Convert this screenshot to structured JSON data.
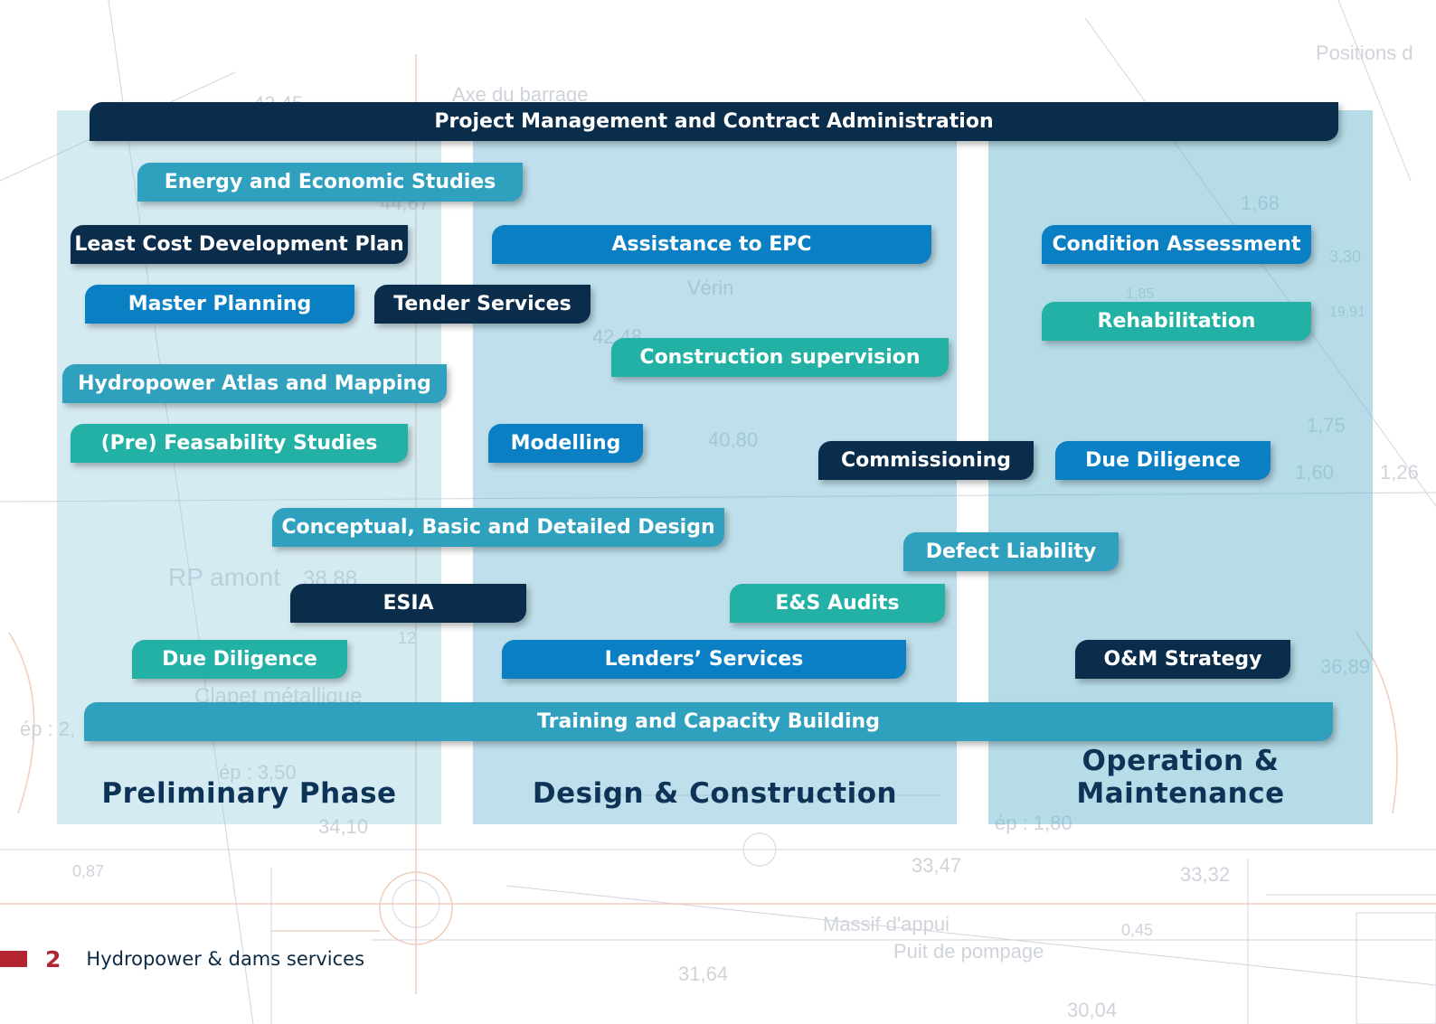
{
  "phases": [
    {
      "id": "pre",
      "title": "Preliminary Phase"
    },
    {
      "id": "dc",
      "title": "Design & Construction"
    },
    {
      "id": "om",
      "title": "Operation & Maintenance"
    }
  ],
  "colors": {
    "navy": "#0b2d4c",
    "blue": "#0a7fc4",
    "sky": "#30a0bf",
    "teal": "#23b0a5",
    "title_text": "#0d3457",
    "footer_accent": "#b32530"
  },
  "services": {
    "project_management": "Project Management and Contract Administration",
    "energy_economic": "Energy and Economic Studies",
    "least_cost": "Least Cost Development Plan",
    "assistance_epc": "Assistance to EPC",
    "condition_assessment": "Condition Assessment",
    "master_planning": "Master Planning",
    "tender_services": "Tender Services",
    "rehabilitation": "Rehabilitation",
    "construction_supervision": "Construction supervision",
    "hydropower_atlas": "Hydropower Atlas and Mapping",
    "pre_feasibility": "(Pre) Feasability Studies",
    "modelling": "Modelling",
    "commissioning": "Commissioning",
    "due_diligence_om": "Due Diligence",
    "conceptual_design": "Conceptual, Basic and Detailed Design",
    "defect_liability": "Defect Liability",
    "esia": "ESIA",
    "es_audits": "E&S Audits",
    "due_diligence_pre": "Due Diligence",
    "lenders_services": "Lenders’ Services",
    "om_strategy": "O&M Strategy",
    "training": "Training and Capacity Building"
  },
  "background_labels": {
    "axe": "Axe du barrage",
    "positions": "Positions d",
    "verin": "Vérin",
    "rp_amont": "RP amont",
    "rp_value": "38,88",
    "clapet": "Clapet métallique",
    "ep1": "ép : 2,",
    "ep2": "ép : 3,50",
    "ep3": "ép : 1,80",
    "massif": "Massif d'appui",
    "puit": "Puit de pompage",
    "d1": "42,45",
    "d2": "44,67",
    "d3": "42,48",
    "d4": "40,80",
    "d5": "34,10",
    "d6": "33,47",
    "d7": "33,32",
    "d8": "31,64",
    "d9": "36,89",
    "d10": "1,68",
    "d11": "1,60",
    "d12": "1,26",
    "d13": "1,75",
    "d14": "0,87",
    "d15": "0,45",
    "d16": "30,04",
    "d17": "3,30",
    "d18": "1,85",
    "d19": "19,91",
    "d20": "12"
  },
  "footer": {
    "page_number": "2",
    "text": "Hydropower & dams services"
  }
}
